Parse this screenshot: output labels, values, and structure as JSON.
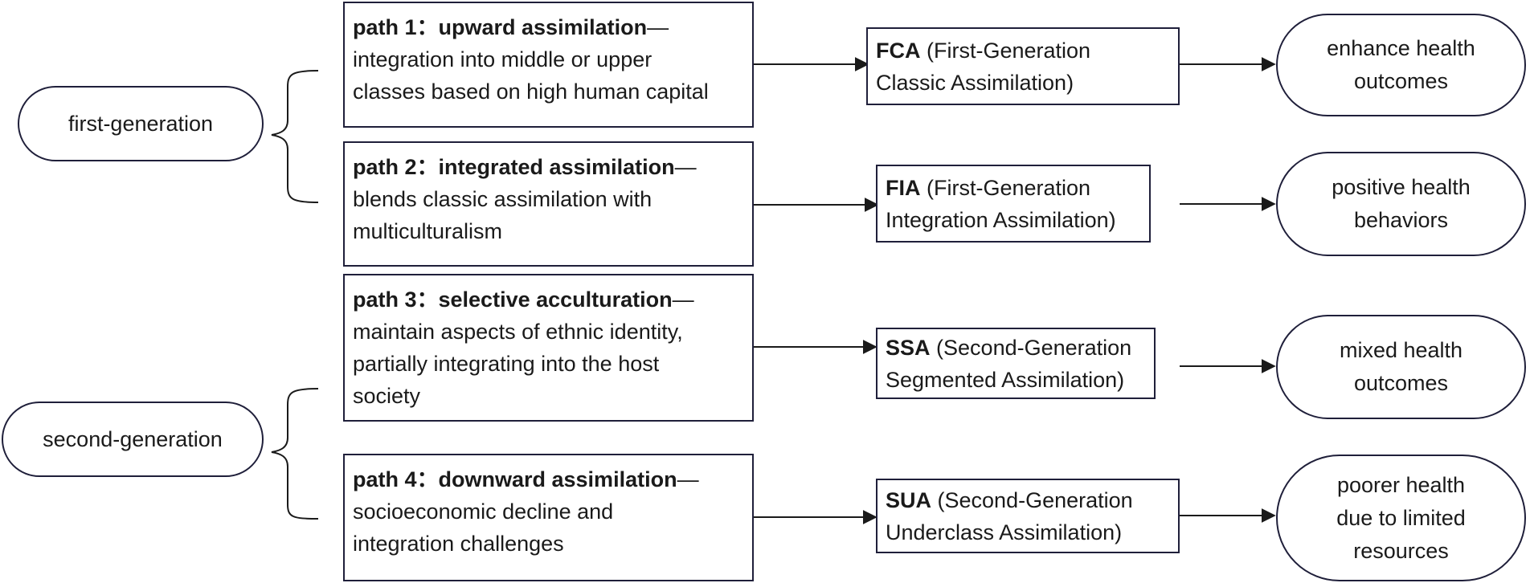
{
  "generations": [
    {
      "id": "first",
      "label": "first-generation"
    },
    {
      "id": "second",
      "label": "second-generation"
    }
  ],
  "paths": [
    {
      "heading": "path 1：upward assimilation",
      "dash": "—",
      "lines": [
        "integration into middle or upper",
        "classes based on high human capital"
      ]
    },
    {
      "heading": "path 2：integrated assimilation",
      "dash": "—",
      "lines": [
        "blends classic assimilation with",
        "multiculturalism"
      ]
    },
    {
      "heading": "path 3：selective acculturation",
      "dash": "—",
      "lines": [
        "maintain aspects of ethnic identity,",
        "partially integrating into the host",
        "society"
      ]
    },
    {
      "heading": "path 4：downward assimilation",
      "dash": "—",
      "lines": [
        "socioeconomic decline and",
        "integration challenges"
      ]
    }
  ],
  "models": [
    {
      "abbr": "FCA",
      "line1_rest": " (First-Generation",
      "line2": "Classic Assimilation)"
    },
    {
      "abbr": "FIA",
      "line1_rest": " (First-Generation",
      "line2": "Integration Assimilation)"
    },
    {
      "abbr": "SSA",
      "line1_rest": " (Second-Generation",
      "line2": "Segmented Assimilation)"
    },
    {
      "abbr": "SUA",
      "line1_rest": " (Second-Generation",
      "line2": "Underclass Assimilation)"
    }
  ],
  "outcomes": [
    {
      "lines": [
        "enhance health",
        "outcomes"
      ]
    },
    {
      "lines": [
        "positive health",
        "behaviors"
      ]
    },
    {
      "lines": [
        "mixed health",
        "outcomes"
      ]
    },
    {
      "lines": [
        "poorer health",
        "due to limited",
        "resources"
      ]
    }
  ]
}
